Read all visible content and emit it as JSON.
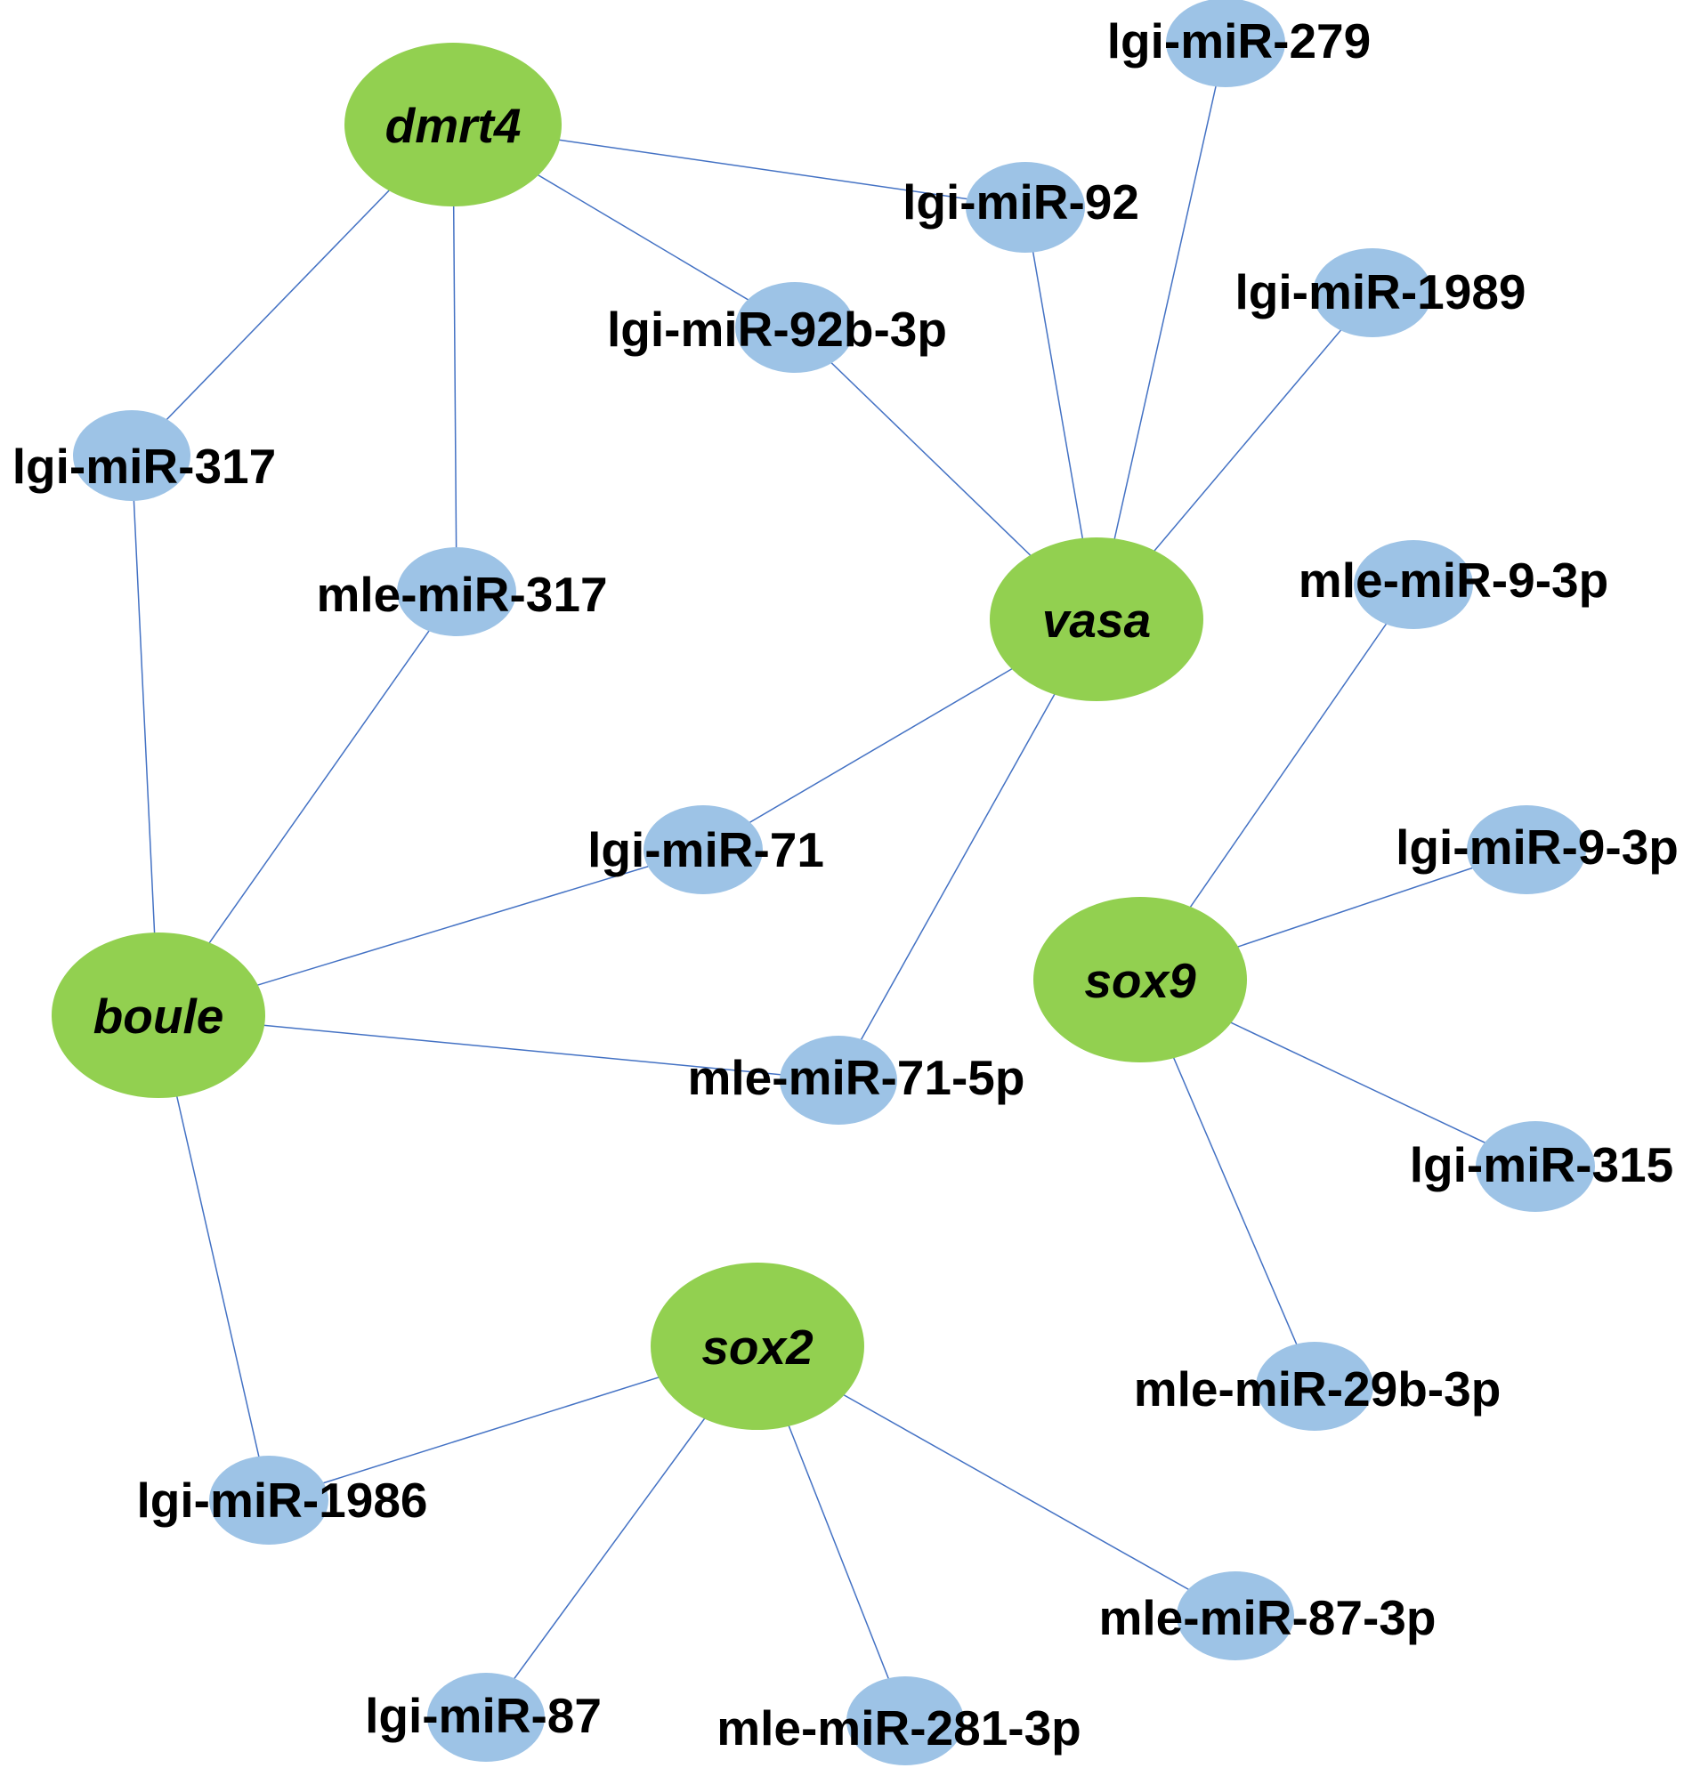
{
  "colors": {
    "gene_fill": "#92d050",
    "mirna_fill": "#9dc3e6",
    "edge": "#4472c4",
    "label": "#000000"
  },
  "genes": {
    "dmrt4": "dmrt4",
    "vasa": "vasa",
    "boule": "boule",
    "sox9": "sox9",
    "sox2": "sox2"
  },
  "mirnas": {
    "lgi_mir_279": "lgi-miR-279",
    "lgi_mir_92": "lgi-miR-92",
    "lgi_mir_1989": "lgi-miR-1989",
    "lgi_mir_92b_3p": "lgi-miR-92b-3p",
    "lgi_mir_317": "lgi-miR-317",
    "mle_mir_317": "mle-miR-317",
    "mle_mir_9_3p": "mle-miR-9-3p",
    "lgi_mir_9_3p": "lgi-miR-9-3p",
    "lgi_mir_71": "lgi-miR-71",
    "mle_mir_71_5p": "mle-miR-71-5p",
    "lgi_mir_315": "lgi-miR-315",
    "mle_mir_29b_3p": "mle-miR-29b-3p",
    "lgi_mir_1986": "lgi-miR-1986",
    "mle_mir_87_3p": "mle-miR-87-3p",
    "lgi_mir_87": "lgi-miR-87",
    "mle_mir_281_3p": "mle-miR-281-3p"
  },
  "edges": [
    [
      "dmrt4",
      "lgi_mir_92"
    ],
    [
      "dmrt4",
      "lgi_mir_92b_3p"
    ],
    [
      "dmrt4",
      "lgi_mir_317"
    ],
    [
      "dmrt4",
      "mle_mir_317"
    ],
    [
      "vasa",
      "lgi_mir_279"
    ],
    [
      "vasa",
      "lgi_mir_92"
    ],
    [
      "vasa",
      "lgi_mir_1989"
    ],
    [
      "vasa",
      "lgi_mir_92b_3p"
    ],
    [
      "vasa",
      "lgi_mir_71"
    ],
    [
      "vasa",
      "mle_mir_71_5p"
    ],
    [
      "boule",
      "lgi_mir_317"
    ],
    [
      "boule",
      "mle_mir_317"
    ],
    [
      "boule",
      "lgi_mir_71"
    ],
    [
      "boule",
      "mle_mir_71_5p"
    ],
    [
      "boule",
      "lgi_mir_1986"
    ],
    [
      "sox9",
      "mle_mir_9_3p"
    ],
    [
      "sox9",
      "lgi_mir_9_3p"
    ],
    [
      "sox9",
      "lgi_mir_315"
    ],
    [
      "sox9",
      "mle_mir_29b_3p"
    ],
    [
      "sox2",
      "lgi_mir_1986"
    ],
    [
      "sox2",
      "lgi_mir_87"
    ],
    [
      "sox2",
      "mle_mir_281_3p"
    ],
    [
      "sox2",
      "mle_mir_87_3p"
    ]
  ]
}
